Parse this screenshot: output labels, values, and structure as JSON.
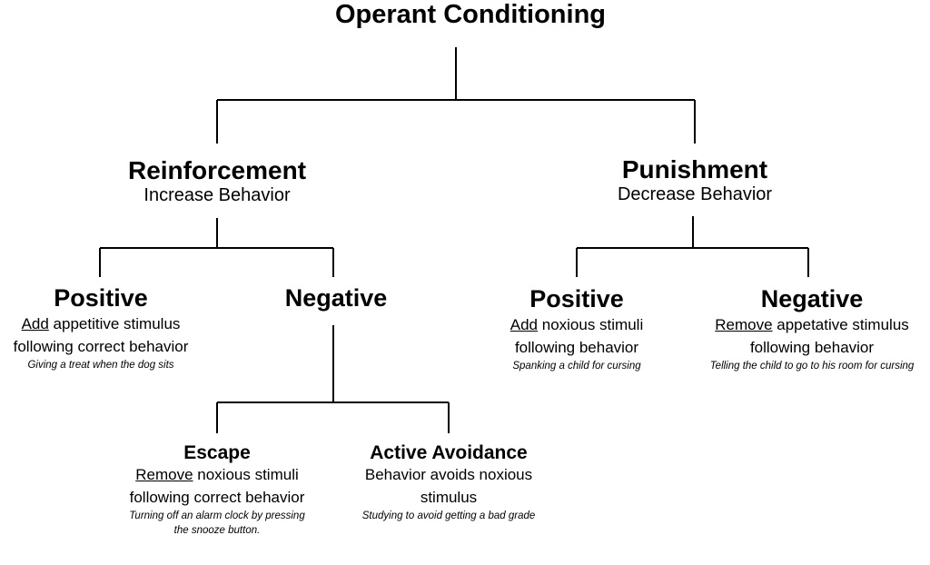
{
  "root": {
    "title": "Operant Conditioning"
  },
  "reinforcement": {
    "title": "Reinforcement",
    "subtitle": "Increase Behavior",
    "positive": {
      "title": "Positive",
      "keyword": "Add",
      "line1_rest": " appetitive stimulus",
      "line2": "following correct behavior",
      "example": "Giving a treat when the dog sits"
    },
    "negative": {
      "title": "Negative",
      "escape": {
        "title": "Escape",
        "keyword": "Remove",
        "line1_rest": " noxious stimuli",
        "line2": "following correct behavior",
        "example_line1": "Turning off an alarm clock by pressing",
        "example_line2": "the snooze button."
      },
      "active_avoidance": {
        "title": "Active Avoidance",
        "line1": "Behavior avoids noxious",
        "line2": "stimulus",
        "example": "Studying to avoid getting a bad grade"
      }
    }
  },
  "punishment": {
    "title": "Punishment",
    "subtitle": "Decrease Behavior",
    "positive": {
      "title": "Positive",
      "keyword": "Add",
      "line1_rest": " noxious stimuli",
      "line2": "following behavior",
      "example": "Spanking a child for cursing"
    },
    "negative": {
      "title": "Negative",
      "keyword": "Remove",
      "line1_rest": " appetative stimulus",
      "line2": "following behavior",
      "example": "Telling the child to go to his room for cursing"
    }
  }
}
